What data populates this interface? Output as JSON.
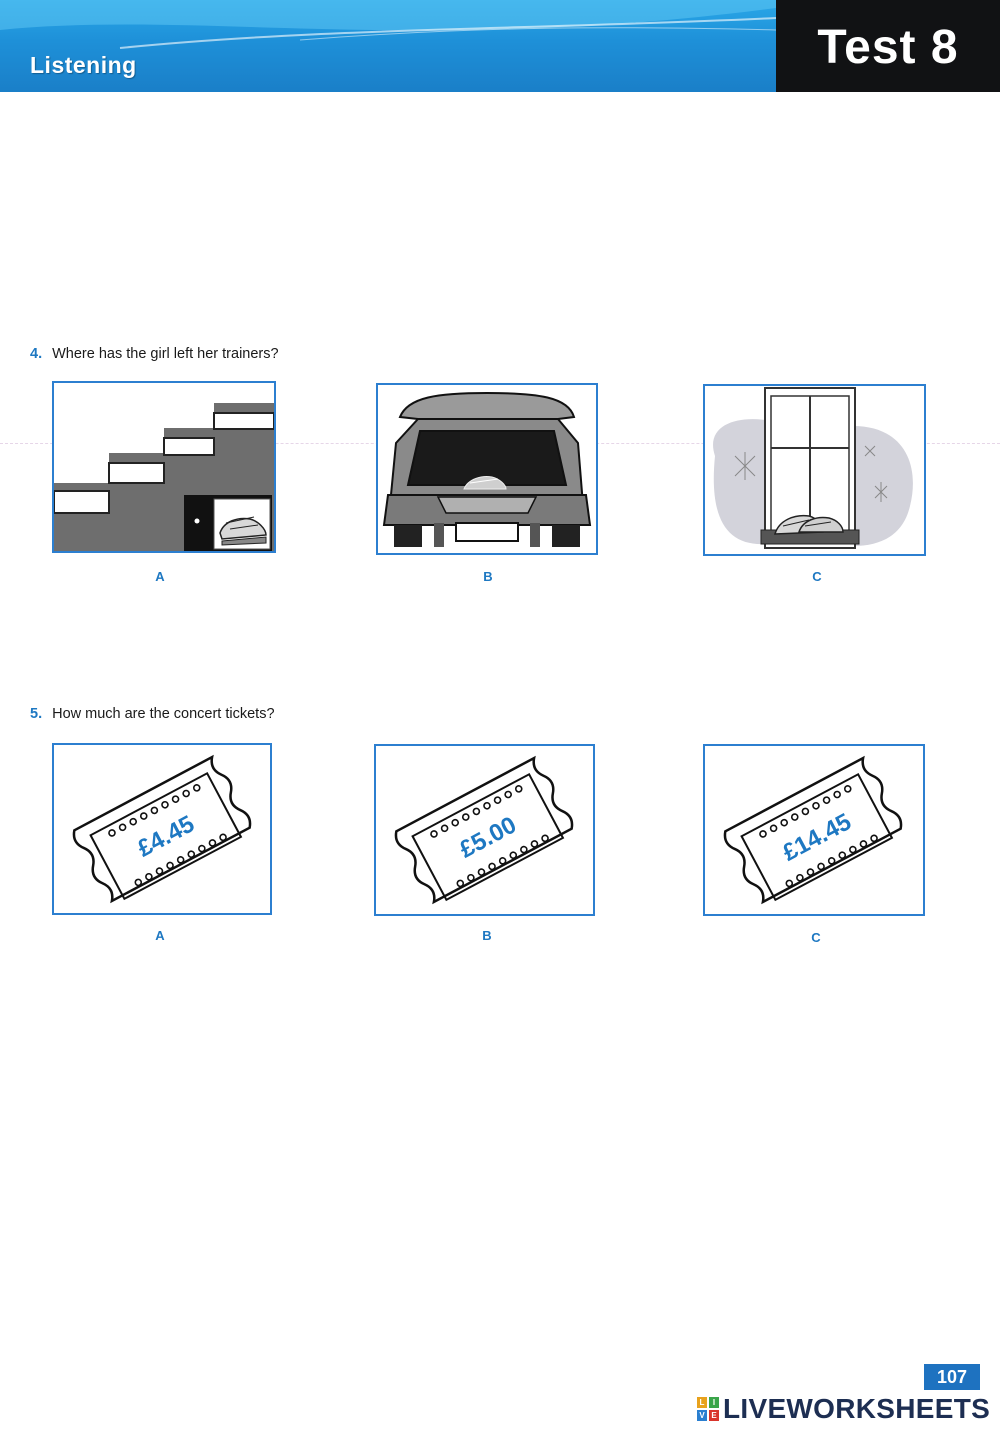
{
  "header": {
    "section_label": "Listening",
    "test_label": "Test 8"
  },
  "questions": [
    {
      "number": "4.",
      "text": "Where has the girl left her trainers?",
      "options": [
        {
          "letter": "A",
          "picture": "stairs-with-trainers"
        },
        {
          "letter": "B",
          "picture": "car-boot-with-trainers"
        },
        {
          "letter": "C",
          "picture": "doormat-with-trainers"
        }
      ]
    },
    {
      "number": "5.",
      "text": "How much are the concert tickets?",
      "options": [
        {
          "letter": "A",
          "picture": "ticket",
          "price": "£4.45"
        },
        {
          "letter": "B",
          "picture": "ticket",
          "price": "£5.00"
        },
        {
          "letter": "C",
          "picture": "ticket",
          "price": "£14.45"
        }
      ]
    }
  ],
  "footer": {
    "page_number": "107",
    "brand": "LIVEWORKSHEETS",
    "brand_logo_letters": [
      "L",
      "I",
      "V",
      "E"
    ]
  },
  "colors": {
    "accent_blue": "#1e78c2",
    "frame_blue": "#2c7fd0",
    "header_dark": "#111214",
    "brand_navy": "#1d2e52"
  }
}
